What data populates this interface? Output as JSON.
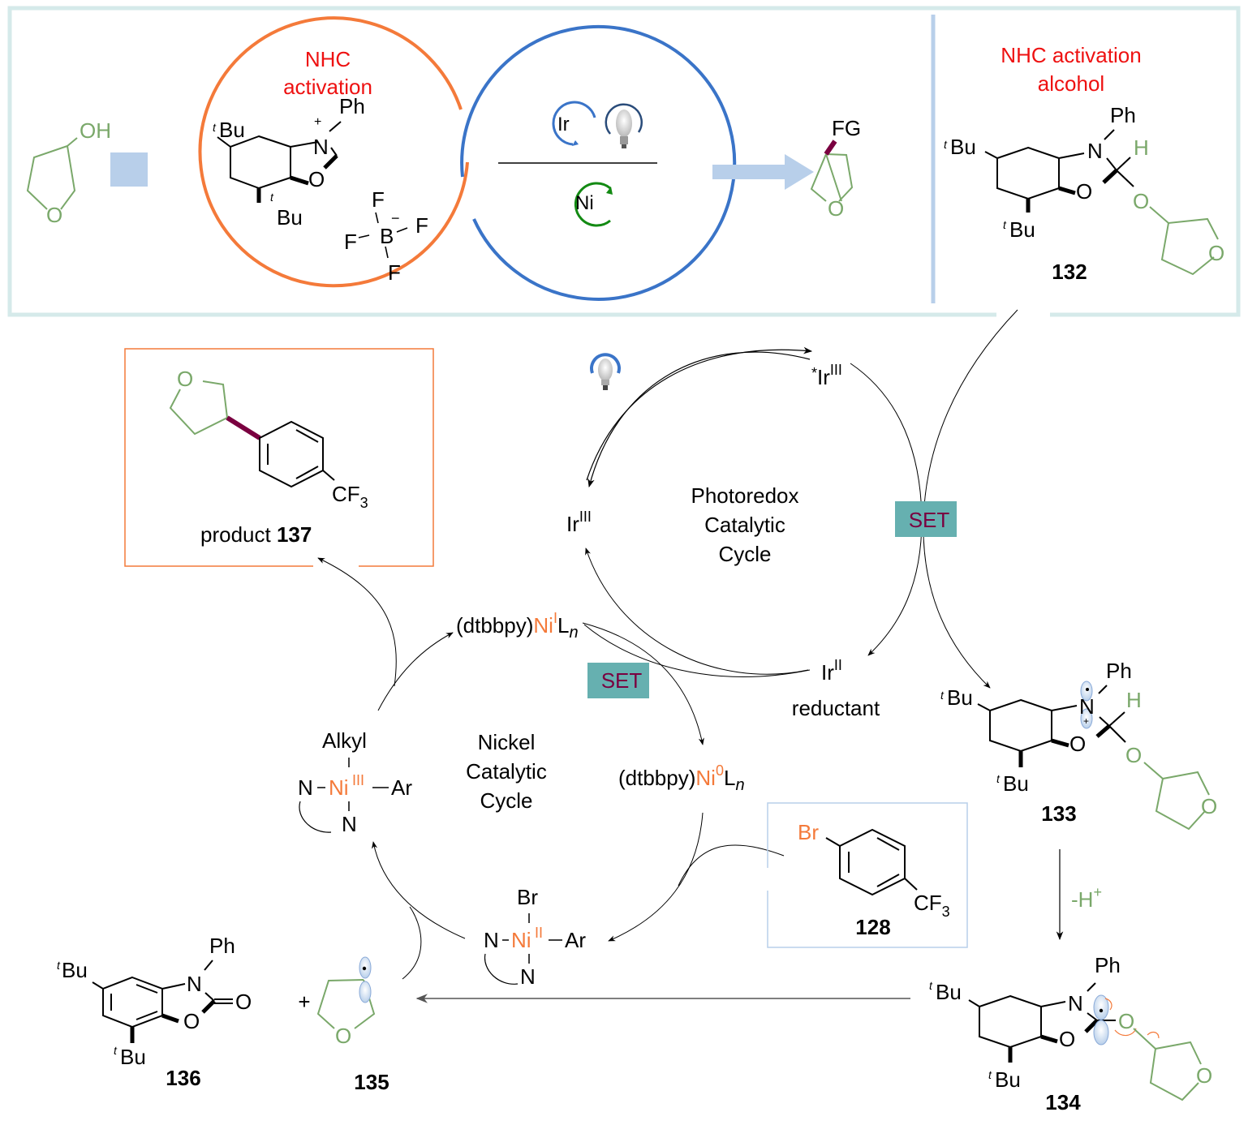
{
  "colors": {
    "frame": "#d5eaea",
    "orange": "#f47a3a",
    "blue": "#3a74c8",
    "green": "#138a13",
    "thf_green": "#7aa86a",
    "red_label": "#ee1111",
    "maroon": "#7a0040",
    "teal": "#66b0b0",
    "light_blue": "#b8cfea"
  },
  "top_panel": {
    "substrate": {
      "oh_label": "OH",
      "ring_o": "O"
    },
    "nhc_circle": {
      "title_line1": "NHC",
      "title_line2": "activation",
      "tbu_top": "Bu",
      "tbu_bottom": "Bu",
      "t_prefix": "t",
      "n_label": "N",
      "n_charge": "+",
      "ph_label": "Ph",
      "o_label": "O",
      "bf4": {
        "b": "B",
        "b_charge": "−",
        "f": "F"
      }
    },
    "catalyst_circle": {
      "ir_label": "Ir",
      "ni_label": "Ni"
    },
    "product_fragment": {
      "fg_label": "FG",
      "ring_o": "O"
    },
    "adduct_132": {
      "title_line1": "NHC activation",
      "title_line2": "alcohol",
      "ph_label": "Ph",
      "n_label": "N",
      "h_label": "H",
      "o_label": "O",
      "tbu": "Bu",
      "t_prefix": "t",
      "compound_number": "132"
    }
  },
  "photoredox_cycle": {
    "excited_ir": {
      "star": "*",
      "base": "Ir",
      "ox": "III"
    },
    "ground_ir": {
      "base": "Ir",
      "ox": "III"
    },
    "reduced_ir": {
      "base": "Ir",
      "ox": "II"
    },
    "reductant_label": "reductant",
    "cycle_title": [
      "Photoredox",
      "Catalytic",
      "Cycle"
    ],
    "set_label_1": "SET"
  },
  "nickel_cycle": {
    "ni1": {
      "ligand": "(dtbbpy)",
      "metal": "Ni",
      "ox": "I",
      "l": "L",
      "n": "n"
    },
    "ni0": {
      "ligand": "(dtbbpy)",
      "metal": "Ni",
      "ox": "0",
      "l": "L",
      "n": "n"
    },
    "ni2": {
      "top": "Br",
      "n": "N",
      "metal": "Ni",
      "ox": "II",
      "ar": "Ar"
    },
    "ni3": {
      "top": "Alkyl",
      "n": "N",
      "metal": "Ni",
      "ox": "III",
      "ar": "Ar"
    },
    "cycle_title": [
      "Nickel",
      "Catalytic",
      "Cycle"
    ],
    "set_label_2": "SET"
  },
  "product_137": {
    "prefix": "product ",
    "number": "137",
    "cf3": "CF",
    "sub3": "3",
    "ring_o": "O"
  },
  "aryl_bromide_128": {
    "br": "Br",
    "cf3": "CF",
    "sub3": "3",
    "number": "128"
  },
  "intermediate_133": {
    "ph": "Ph",
    "n": "N",
    "h": "H",
    "o": "O",
    "tbu": "Bu",
    "t": "t",
    "number": "133"
  },
  "deprotonation": {
    "label": "-H",
    "sup": "+"
  },
  "intermediate_134": {
    "ph": "Ph",
    "n": "N",
    "o": "O",
    "tbu": "Bu",
    "t": "t",
    "number": "134"
  },
  "byproduct_136": {
    "ph": "Ph",
    "n": "N",
    "o": "O",
    "tbu": "Bu",
    "t": "t",
    "number": "136"
  },
  "plus_sign": "+",
  "radical_135": {
    "ring_o": "O",
    "number": "135"
  }
}
